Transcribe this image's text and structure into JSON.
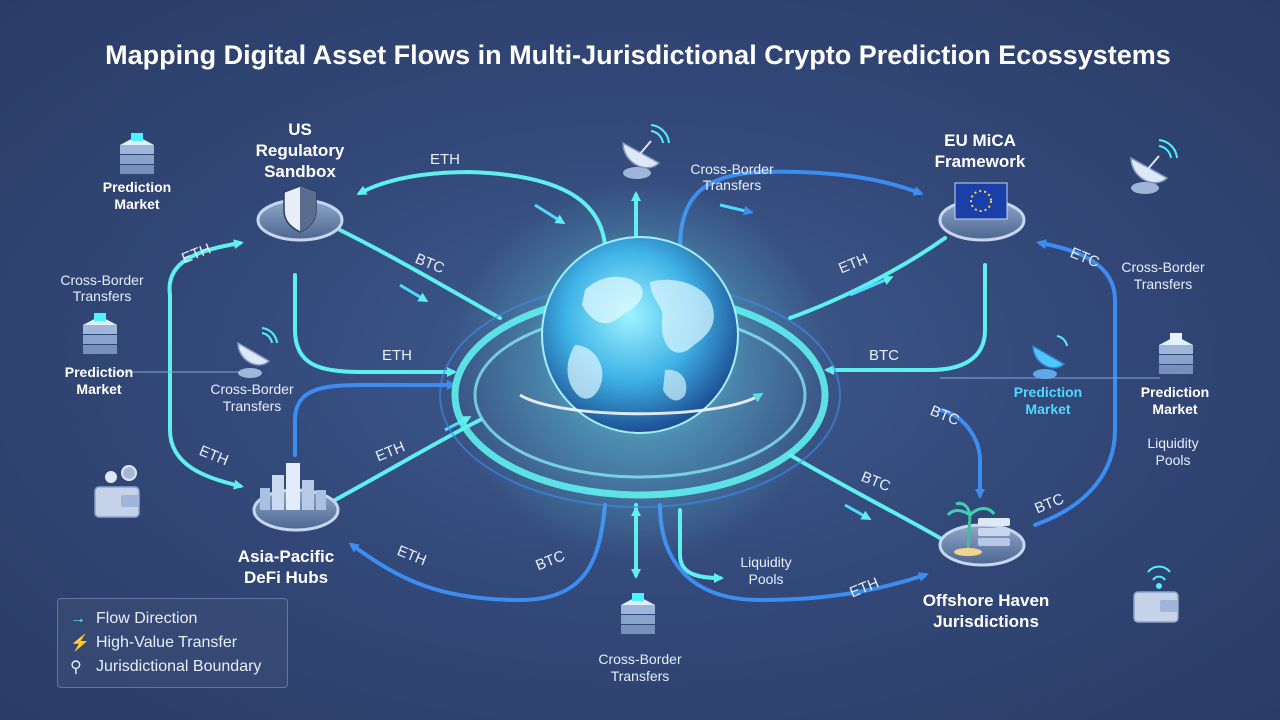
{
  "title": "Mapping Digital Asset Flows in Multi-Jurisdictional Crypto Prediction Ecossystems",
  "hubs": {
    "us": [
      "US",
      "Regulatory",
      "Sandbox"
    ],
    "eu": [
      "EU MiCA",
      "Framework"
    ],
    "asia": [
      "Asia-Pacific",
      "DeFi Hubs"
    ],
    "offshore": [
      "Offshore Haven",
      "Jurisdictions"
    ]
  },
  "labels": {
    "prediction_market_1": [
      "Prediction",
      "Market"
    ],
    "prediction_market_2": [
      "Prediction",
      "Market"
    ],
    "prediction_market_3": [
      "Prediction",
      "Market"
    ],
    "prediction_market_4": [
      "Prediction",
      "Market"
    ],
    "cross_border_1": [
      "Cross-Border",
      "Transfers"
    ],
    "cross_border_2": [
      "Cross-Border",
      "Transfers"
    ],
    "cross_border_3": [
      "Cross-Border",
      "Transfers"
    ],
    "cross_border_4": [
      "Cross-Border",
      "Transfers"
    ],
    "cross_border_5": [
      "Cross-Border",
      "Transfers"
    ],
    "liquidity_1": [
      "Liquidity",
      "Pools"
    ],
    "liquidity_2": [
      "Liquidity",
      "Pools"
    ]
  },
  "flow_labels": {
    "eth_1": "ETH",
    "eth_2": "ETH",
    "eth_3": "ETH",
    "eth_4": "ETH",
    "eth_5": "ETH",
    "eth_6": "ETH",
    "eth_7": "ETH",
    "eth_8": "ETH",
    "btc_1": "BTC",
    "btc_2": "BTC",
    "btc_3": "BTC",
    "btc_4": "BTC",
    "btc_5": "BTC",
    "btc_6": "BTC",
    "etc_1": "ETC"
  },
  "legend": {
    "flow_direction": "Flow Direction",
    "high_value": "High-Value Transfer",
    "boundary": "Jurisdictional Boundary"
  },
  "colors": {
    "cyan": "#5ff0ee",
    "blue": "#3d8cf0",
    "highlight": "#4fd9ff"
  }
}
